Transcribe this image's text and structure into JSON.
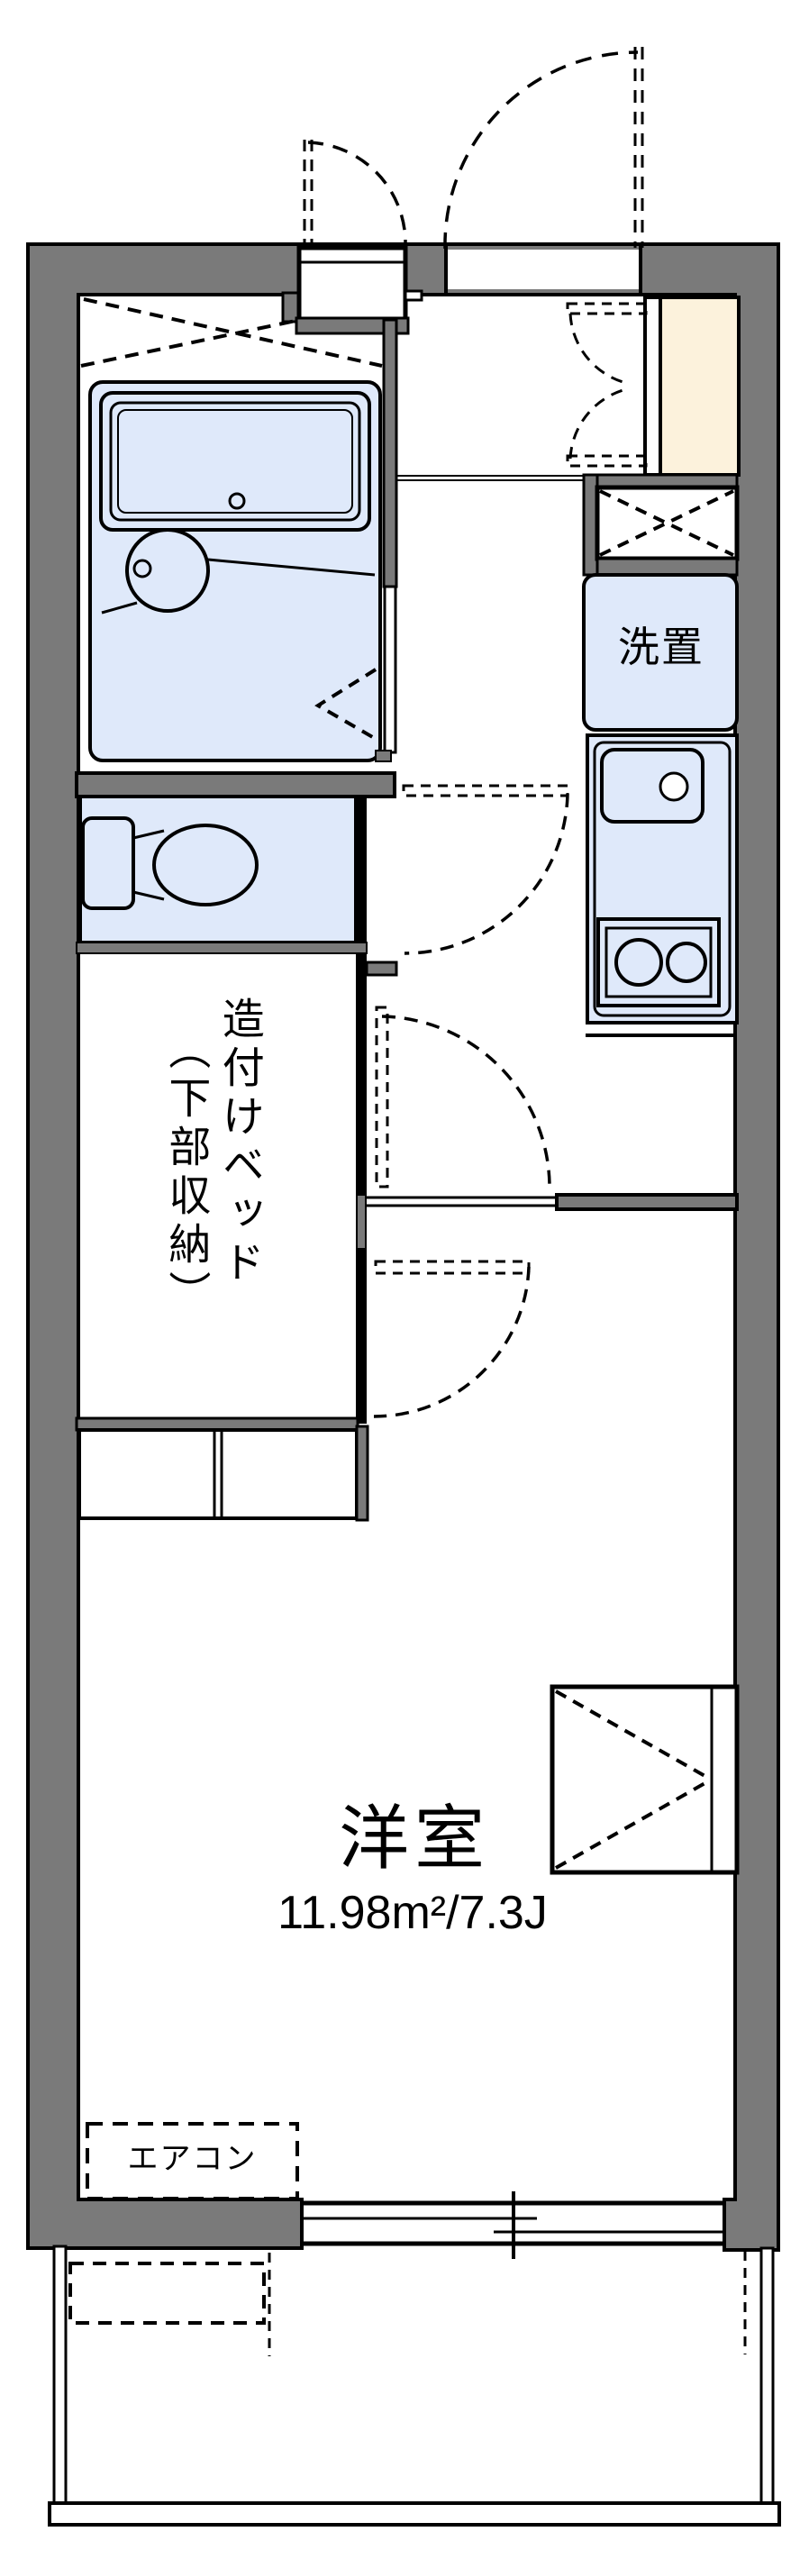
{
  "plan": {
    "type": "floor-plan",
    "labels": {
      "washer": "洗置",
      "bed_main": "造付けベッド",
      "bed_sub": "（下部収納）",
      "room_name": "洋室",
      "room_area": "11.98m²/7.3J",
      "aircon": "エアコン"
    },
    "colors": {
      "wall": "#7a7a7a",
      "water": "#dfe9fa",
      "entrance": "#fcf2dc",
      "line": "#000000",
      "paper": "#ffffff"
    }
  }
}
